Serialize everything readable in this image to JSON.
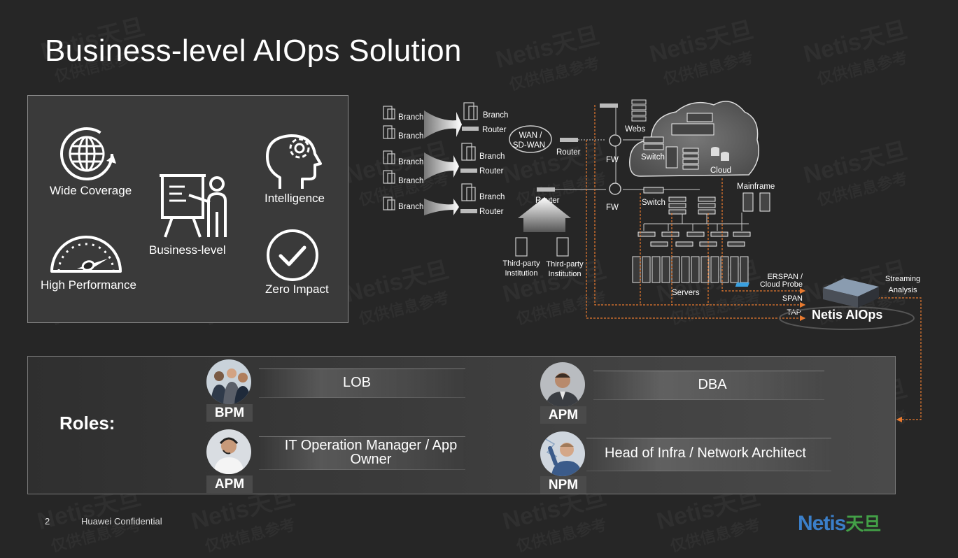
{
  "title": "Business-level AIOps Solution",
  "features": {
    "wide_coverage": "Wide Coverage",
    "high_performance": "High Performance",
    "business_level": "Business-level",
    "intelligence": "Intelligence",
    "zero_impact": "Zero Impact"
  },
  "diagram": {
    "branch": "Branch",
    "router": "Router",
    "wan_line1": "WAN /",
    "wan_line2": "SD-WAN",
    "fw": "FW",
    "switch": "Switch",
    "webs": "Webs",
    "cloud": "Cloud",
    "mainframe": "Mainframe",
    "third_party_line1": "Third-party",
    "third_party_line2": "Institution",
    "servers": "Servers",
    "erspan_line1": "ERSPAN /",
    "erspan_line2": "Cloud Probe",
    "span": "SPAN",
    "tap": "TAP",
    "product": "Netis AIOps",
    "streaming_line1": "Streaming",
    "streaming_line2": "Analysis"
  },
  "roles": {
    "title": "Roles:",
    "items": [
      {
        "badge": "BPM",
        "label": "LOB"
      },
      {
        "badge": "APM",
        "label_line1": "IT Operation Manager / App",
        "label_line2": "Owner"
      },
      {
        "badge": "APM",
        "label": "DBA"
      },
      {
        "badge": "NPM",
        "label": "Head of Infra / Network Architect"
      }
    ]
  },
  "footer": {
    "page": "2",
    "confidential": "Huawei Confidential"
  },
  "brand": {
    "latin": "Netis",
    "cn": "天旦"
  },
  "watermark": {
    "latin": "Netis天旦",
    "cn": "仅供信息参考"
  },
  "colors": {
    "accent_orange": "#e87a2f",
    "background": "#262626",
    "brand_blue": "#3b7fc9",
    "brand_green": "#43a047"
  }
}
